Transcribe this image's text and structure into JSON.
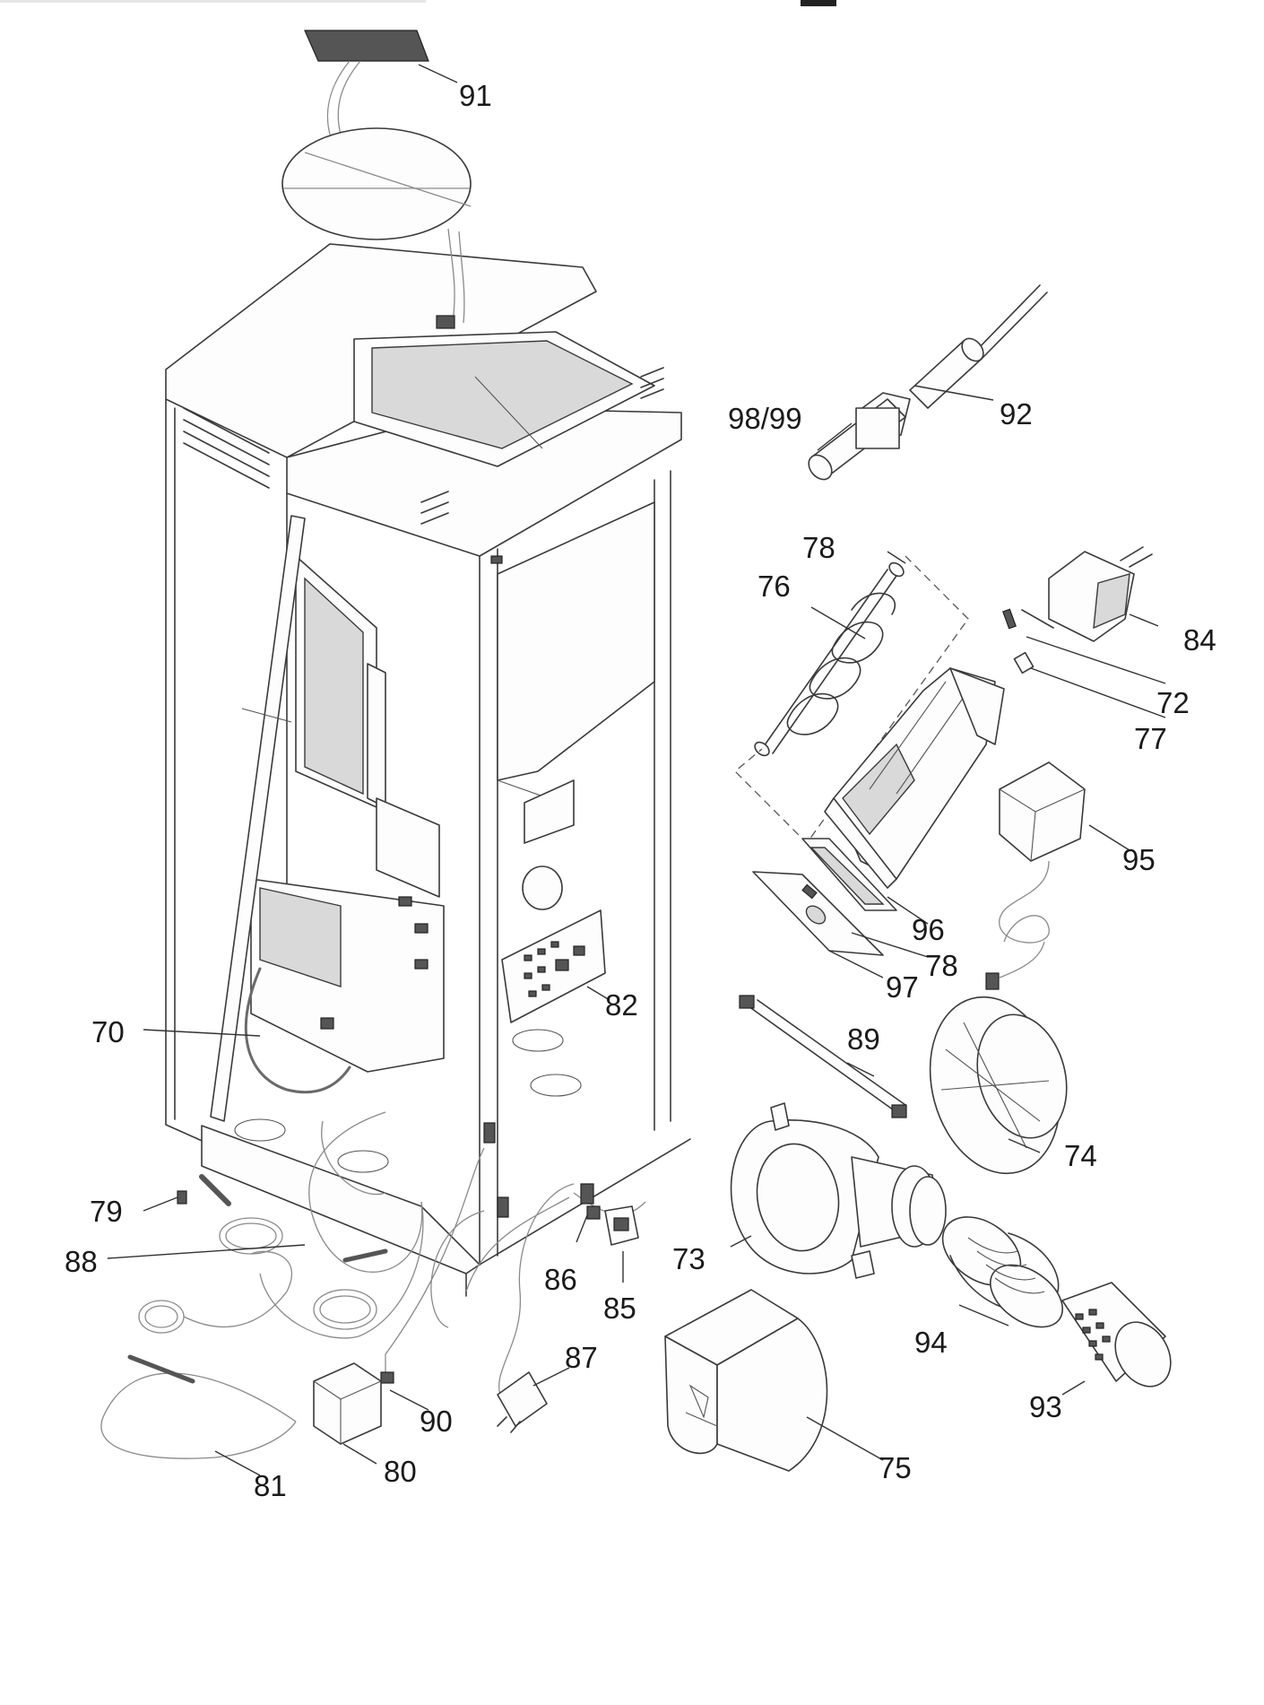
{
  "callouts": {
    "c70": "70",
    "c72": "72",
    "c73": "73",
    "c74": "74",
    "c75": "75",
    "c76": "76",
    "c77": "77",
    "c78a": "78",
    "c78b": "78",
    "c79": "79",
    "c80": "80",
    "c81": "81",
    "c82": "82",
    "c84": "84",
    "c85": "85",
    "c86": "86",
    "c87": "87",
    "c88": "88",
    "c89": "89",
    "c90": "90",
    "c91": "91",
    "c92": "92",
    "c93": "93",
    "c94": "94",
    "c95": "95",
    "c96": "96",
    "c97": "97",
    "c98_99": "98/99"
  }
}
